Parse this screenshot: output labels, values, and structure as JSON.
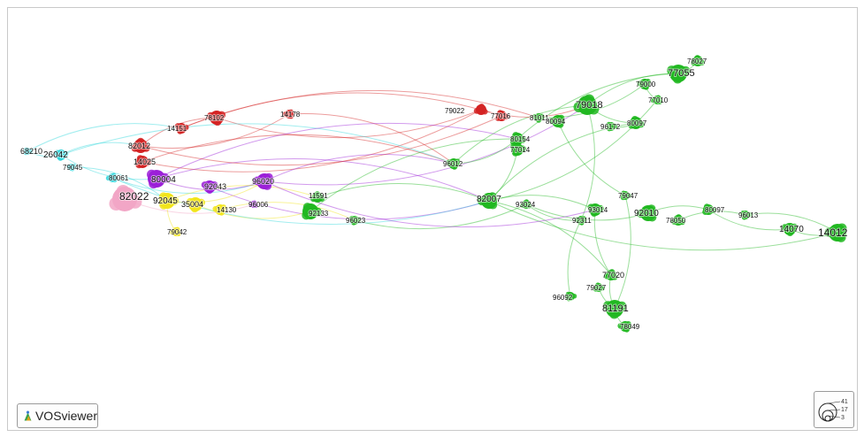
{
  "app": {
    "name": "VOSviewer"
  },
  "size_legend": {
    "values": [
      "41",
      "17",
      "3"
    ]
  },
  "clusters": {
    "green": "#21b821",
    "red": "#d42323",
    "cyan": "#2fd6dc",
    "purple": "#9b1fd8",
    "yellow": "#f2e51b",
    "pink": "#f2a6c6"
  },
  "nodes": [
    {
      "id": "68210",
      "c": "cyan"
    },
    {
      "id": "26042",
      "c": "cyan"
    },
    {
      "id": "79045",
      "c": "cyan"
    },
    {
      "id": "80061",
      "c": "cyan"
    },
    {
      "id": "82012",
      "c": "red"
    },
    {
      "id": "14025",
      "c": "red"
    },
    {
      "id": "14151",
      "c": "red"
    },
    {
      "id": "78102",
      "c": "red"
    },
    {
      "id": "14178",
      "c": "red"
    },
    {
      "id": "79022",
      "c": "red"
    },
    {
      "id": "77016",
      "c": "red"
    },
    {
      "id": "80004",
      "c": "purple"
    },
    {
      "id": "92043",
      "c": "purple"
    },
    {
      "id": "96020",
      "c": "purple"
    },
    {
      "id": "96006",
      "c": "purple"
    },
    {
      "id": "82022",
      "c": "pink"
    },
    {
      "id": "92045",
      "c": "yellow"
    },
    {
      "id": "35004",
      "c": "yellow"
    },
    {
      "id": "14130",
      "c": "yellow"
    },
    {
      "id": "79042",
      "c": "yellow"
    },
    {
      "id": "11591",
      "c": "green"
    },
    {
      "id": "92133",
      "c": "green"
    },
    {
      "id": "96023",
      "c": "green"
    },
    {
      "id": "96012",
      "c": "green"
    },
    {
      "id": "82007",
      "c": "green"
    },
    {
      "id": "93024",
      "c": "green"
    },
    {
      "id": "80154",
      "c": "green"
    },
    {
      "id": "77014",
      "c": "green"
    },
    {
      "id": "81011",
      "c": "green"
    },
    {
      "id": "80094",
      "c": "green"
    },
    {
      "id": "79018",
      "c": "green"
    },
    {
      "id": "80097",
      "c": "green"
    },
    {
      "id": "96172",
      "c": "green"
    },
    {
      "id": "77055",
      "c": "green"
    },
    {
      "id": "79000",
      "c": "green"
    },
    {
      "id": "77010",
      "c": "green"
    },
    {
      "id": "78027",
      "c": "green"
    },
    {
      "id": "79047",
      "c": "green"
    },
    {
      "id": "93014",
      "c": "green"
    },
    {
      "id": "92311",
      "c": "green"
    },
    {
      "id": "92010",
      "c": "green"
    },
    {
      "id": "78050",
      "c": "green"
    },
    {
      "id": "80097b",
      "c": "green"
    },
    {
      "id": "96013",
      "c": "green"
    },
    {
      "id": "14070",
      "c": "green"
    },
    {
      "id": "14012",
      "c": "green"
    },
    {
      "id": "77020",
      "c": "green"
    },
    {
      "id": "79027",
      "c": "green"
    },
    {
      "id": "96092",
      "c": "green"
    },
    {
      "id": "81191",
      "c": "green"
    },
    {
      "id": "78049",
      "c": "green"
    }
  ],
  "labels": [
    {
      "t": "68210"
    },
    {
      "t": "26042"
    },
    {
      "t": "79045"
    },
    {
      "t": "80061"
    },
    {
      "t": "82012"
    },
    {
      "t": "14025"
    },
    {
      "t": "14151"
    },
    {
      "t": "78102"
    },
    {
      "t": "14178"
    },
    {
      "t": "79022"
    },
    {
      "t": "77016"
    },
    {
      "t": "80004"
    },
    {
      "t": "92043"
    },
    {
      "t": "96020"
    },
    {
      "t": "96006"
    },
    {
      "t": "82022"
    },
    {
      "t": "92045"
    },
    {
      "t": "35004"
    },
    {
      "t": "14130"
    },
    {
      "t": "79042"
    },
    {
      "t": "11591"
    },
    {
      "t": "92133"
    },
    {
      "t": "96023"
    },
    {
      "t": "96012"
    },
    {
      "t": "82007"
    },
    {
      "t": "93024"
    },
    {
      "t": "80154"
    },
    {
      "t": "77014"
    },
    {
      "t": "81011"
    },
    {
      "t": "80094"
    },
    {
      "t": "79018"
    },
    {
      "t": "80097"
    },
    {
      "t": "96172"
    },
    {
      "t": "77055"
    },
    {
      "t": "79000"
    },
    {
      "t": "77010"
    },
    {
      "t": "78027"
    },
    {
      "t": "79047"
    },
    {
      "t": "93014"
    },
    {
      "t": "92311"
    },
    {
      "t": "92010"
    },
    {
      "t": "78050"
    },
    {
      "t": "80097"
    },
    {
      "t": "96013"
    },
    {
      "t": "14070"
    },
    {
      "t": "14012"
    },
    {
      "t": "77020"
    },
    {
      "t": "79027"
    },
    {
      "t": "96092"
    },
    {
      "t": "81191"
    },
    {
      "t": "78049"
    }
  ],
  "edges": [
    [
      "26042",
      "82012"
    ],
    [
      "26042",
      "80004"
    ],
    [
      "79045",
      "92045"
    ],
    [
      "80061",
      "96020"
    ],
    [
      "68210",
      "14151"
    ],
    [
      "82012",
      "14178"
    ],
    [
      "82012",
      "78102"
    ],
    [
      "14025",
      "79022"
    ],
    [
      "14025",
      "96012"
    ],
    [
      "80004",
      "96020"
    ],
    [
      "80004",
      "82007"
    ],
    [
      "92043",
      "82007"
    ],
    [
      "96020",
      "96012"
    ],
    [
      "96020",
      "79018"
    ],
    [
      "92045",
      "11591"
    ],
    [
      "35004",
      "92133"
    ],
    [
      "14130",
      "96023"
    ],
    [
      "82022",
      "96006"
    ],
    [
      "14151",
      "77016"
    ],
    [
      "78102",
      "79022"
    ],
    [
      "96012",
      "79018"
    ],
    [
      "96012",
      "80154"
    ],
    [
      "82007",
      "93014"
    ],
    [
      "82007",
      "77010"
    ],
    [
      "82007",
      "80097"
    ],
    [
      "82007",
      "14012"
    ],
    [
      "82007",
      "77020"
    ],
    [
      "93024",
      "92010"
    ],
    [
      "80154",
      "77055"
    ],
    [
      "81011",
      "79000"
    ],
    [
      "79018",
      "77055"
    ],
    [
      "79018",
      "80097"
    ],
    [
      "79018",
      "92311"
    ],
    [
      "93014",
      "77020"
    ],
    [
      "92010",
      "80097b"
    ],
    [
      "80097b",
      "14070"
    ],
    [
      "96013",
      "14012"
    ],
    [
      "77020",
      "81191"
    ],
    [
      "79047",
      "81191"
    ],
    [
      "92311",
      "96092"
    ],
    [
      "11591",
      "82007"
    ],
    [
      "96023",
      "93024"
    ],
    [
      "92133",
      "80154"
    ],
    [
      "79022",
      "79018"
    ],
    [
      "14178",
      "96012"
    ],
    [
      "80061",
      "82007"
    ],
    [
      "26042",
      "96012"
    ],
    [
      "92045",
      "96020"
    ],
    [
      "79042",
      "92045"
    ],
    [
      "68210",
      "26042"
    ],
    [
      "77014",
      "82007"
    ],
    [
      "80094",
      "79047"
    ],
    [
      "78050",
      "96013"
    ],
    [
      "14070",
      "14012"
    ],
    [
      "77010",
      "79000"
    ],
    [
      "96172",
      "80097"
    ],
    [
      "78027",
      "77055"
    ],
    [
      "79027",
      "81191"
    ],
    [
      "78049",
      "81191"
    ],
    [
      "93024",
      "92311"
    ],
    [
      "80004",
      "80154"
    ],
    [
      "82012",
      "77016"
    ],
    [
      "14151",
      "81011"
    ],
    [
      "96020",
      "93014"
    ]
  ]
}
